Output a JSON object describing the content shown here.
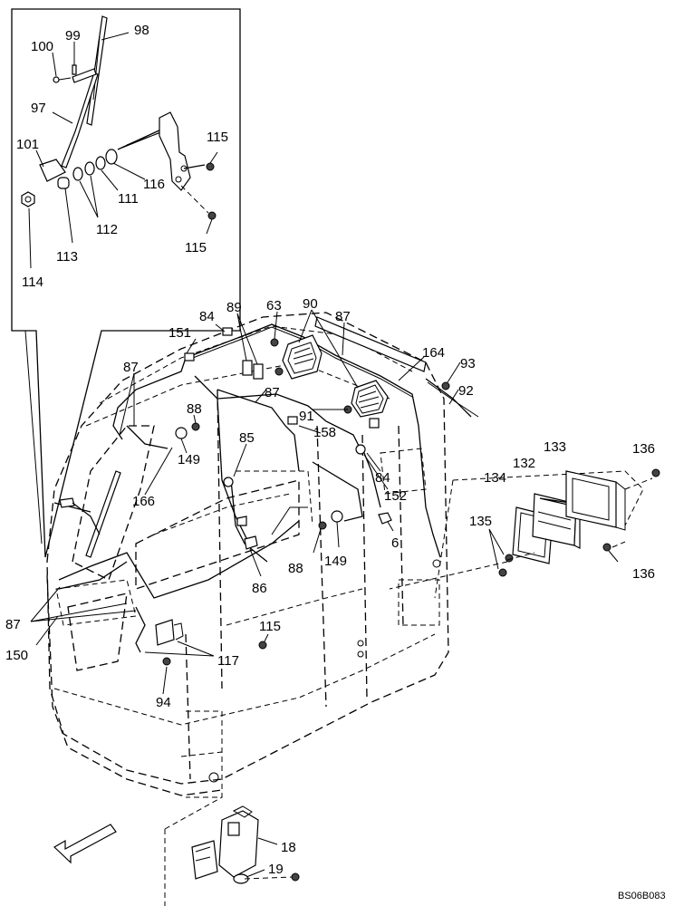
{
  "drawing_code": "BS06B083",
  "callouts": {
    "c100": "100",
    "c99": "99",
    "c98": "98",
    "c97": "97",
    "c101": "101",
    "c114": "114",
    "c113": "113",
    "c112": "112",
    "c111": "111",
    "c116": "116",
    "c115a": "115",
    "c115b": "115",
    "c84a": "84",
    "c89": "89",
    "c63": "63",
    "c90": "90",
    "c87a": "87",
    "c151": "151",
    "c164": "164",
    "c93": "93",
    "c92": "92",
    "c87b": "87",
    "c87c": "87",
    "c88a": "88",
    "c91": "91",
    "c158": "158",
    "c85": "85",
    "c149a": "149",
    "c166": "166",
    "c84b": "84",
    "c152": "152",
    "c133": "133",
    "c136a": "136",
    "c132": "132",
    "c134": "134",
    "c6": "6",
    "c88b": "88",
    "c149b": "149",
    "c135": "135",
    "c136b": "136",
    "c86": "86",
    "c87d": "87",
    "c150": "150",
    "c115c": "115",
    "c117": "117",
    "c94": "94",
    "c18": "18",
    "c19": "19"
  }
}
